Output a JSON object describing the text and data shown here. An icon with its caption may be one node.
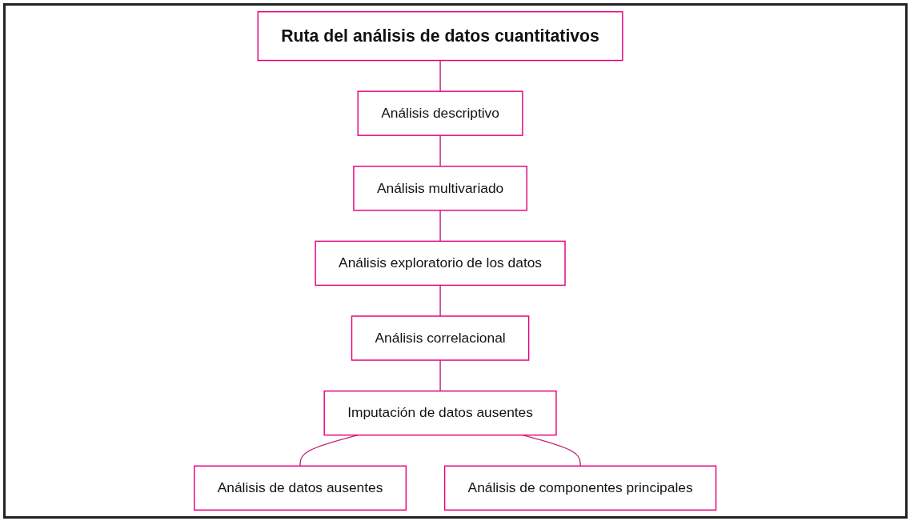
{
  "diagram": {
    "nodes": [
      {
        "text": [
          "Ruta del análisis de datos cuantitativos"
        ]
      },
      {
        "text": [
          "Análisis descriptivo"
        ]
      },
      {
        "text": [
          "Análisis multivariado"
        ]
      },
      {
        "text": [
          "Análisis exploratorio de los datos"
        ]
      },
      {
        "text": [
          "Análisis correlacional"
        ]
      },
      {
        "text": [
          "Análisis de datos ausentes"
        ]
      },
      {
        "text": [
          "Imputación de datos ausentes"
        ]
      },
      {
        "text": [
          "Análisis de componentes principales"
        ]
      }
    ],
    "edges": [
      {
        "from": 0,
        "to": 1,
        "arrow": "none"
      },
      {
        "from": 1,
        "to": 2,
        "arrow": "none"
      },
      {
        "from": 2,
        "to": 3,
        "arrow": "none"
      },
      {
        "from": 3,
        "to": 4,
        "arrow": "none"
      },
      {
        "from": 4,
        "to": 6,
        "arrow": "none"
      },
      {
        "from": 6,
        "to": 5,
        "arrow": "none"
      },
      {
        "from": 6,
        "to": 7,
        "arrow": "none"
      }
    ]
  }
}
